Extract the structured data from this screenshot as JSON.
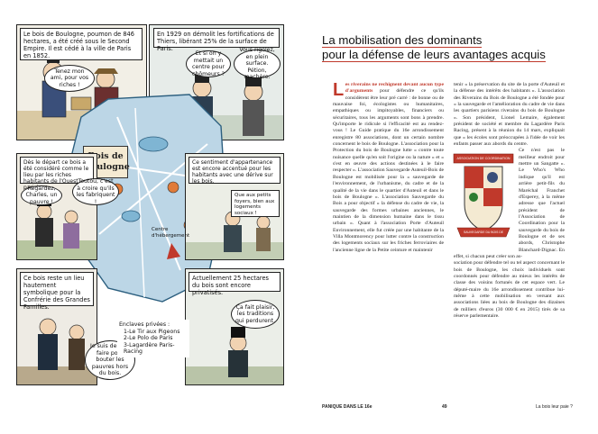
{
  "comic": {
    "caption_top_left": "Le bois de Boulogne, poumon de 846 hectares, a été créé sous le Second Empire. Il est cédé à la ville de Paris en 1852.",
    "caption_top_right": "En 1929 on démolit les fortifications de Thiers, libérant 25% de la surface de Paris.",
    "bubble_rich": "Tenez mon ami, pour vos riches !",
    "bubble_center": "Et si on y mettait un centre pour chômeurs ?",
    "bubble_nose": "Vous rigolez, en plein surface. Pétion, machère.",
    "map_title_line1": "Bois de",
    "map_title_line2": "Boulogne",
    "caption_mid_left": "Dès le départ ce bois a été considéré comme le lieu par les riches habitants de l'Ouest parisien.",
    "bubble_poor": "Regardez, Charles, un pauvre !",
    "bubble_fabric": "Toutou, c'est à croire qu'ils les fabriquent !",
    "caption_mid_right": "Ce sentiment d'appartenance est encore accentué pour les habitants avec une dérive sur les bois.",
    "map_label_right": "Que aux petits foyers, bien aux logements sociaux !",
    "map_label_center": "Centre d'hébergement",
    "caption_bottom_left": "Ce bois reste un lieu hautement symbolique pour la Confrérie des Grandes Familles.",
    "caption_bottom_right": "Actuellement 25 hectares du bois sont encore privatisés.",
    "bubble_bottom_right": "Ça fait plaisir, les traditions qui perdurent.",
    "bubble_bottom_left": "Je suis de tout faire pour bouter les pauvres hors du bois.",
    "enclaves_title": "Enclaves privées :",
    "enclaves_items": [
      "1-Le Tir aux Pigeons",
      "2-Le Polo de Paris",
      "3-Lagardère Paris-Racing"
    ]
  },
  "article": {
    "title_line1": "La mobilisation des dominants",
    "title_line2": "pour la défense de leurs avantages acquis",
    "dropcap": "L",
    "lead": "es riverains ne rechignent devant aucun type d'arguments",
    "col1": " pour défendre ce qu'ils considèrent être leur pré carré : de bonne ou de mauvaise foi, écologistes ou humanitaires, empathiques ou impitoyables, financiers ou sécuritaires, tous les arguments sont bons à prendre. Qu'importe le ridicule si l'efficacité est au rendez-vous ! Le Guide pratique du 16e arrondissement enregistre 80 associations, dont un certain nombre concernent le bois de Boulogne. L'association pour la Protection du bois de Boulogne lutte « contre toute nuisance quelle qu'en soit l'origine ou la nature » et « s'est en œuvre des actions destinées à le faire respecter ». L'association Sauvegarde Auteuil-Bois de Boulogne est mobilisée pour la « sauvegarde de l'environnement, de l'urbanisme, du cadre et de la qualité de la vie dans le quartier d'Auteuil et dans le bois de Boulogne ». L'association Sauvegarde du Bois a pour objectif « la défense du cadre de vie, la sauvegarde des formes urbaines anciennes, le maintien de la dimension humaine dans le tissu urbain ». Quant à l'association Porte d'Auteuil Environnement, elle fut créée par une habitante de la Villa Montmorency pour lutter contre la construction des logements sociaux sur les friches ferroviaires de l'ancienne ligne de la Petite ceinture et maintenir",
    "col2_top": "tenir « la préservation du site de la porte d'Auteuil et la défense des intérêts des habitants ». L'association des Riverains du Bois de Boulogne a été fondée pour « la sauvegarde et l'amélioration du cadre de vie dans les quartiers parisiens riverains du bois de Boulogne ». Son président, Lionel Lemaire, également président de société et membre du Lagardère Paris Racing, présent à la réunion du 14 mars, expliquait que « les écoles sont préoccupées à l'idée de voir les enfants passer aux abords du centre.",
    "col2_wrap": "Ce n'est pas le meilleur endroit pour mettre un Sangatte ». Le Who's Who indique qu'il est arrière petit-fils du Maréchal Franchet d'Esperey, à la même adresse que l'actuel président de l'Association de Coordination pour la sauvegarde du bois de Boulogne et de ses abords, Christophe Blanchard-Dignac. En effet, si chacun peut créer son as-",
    "col2_bottom": "sociation pour défendre tel ou tel aspect concernant le bois de Boulogne, les choix individuels sont coordonnés pour défendre au mieux les intérêts de classe des voisins fortunés de cet espace vert. Le député-maire du 16e arrondissement contribue lui-même à cette mobilisation en versant aux associations liées au bois de Boulogne des dizaines de milliers d'euros (30 000 € en 2015) tirés de sa réserve parlementaire.",
    "crest_banner": "ASSOCIATION DE COORDINATION",
    "crest_ribbon": "SAUVEGARDE DU BOIS DE BOULOGNE",
    "footer_left": "PANIQUE DANS LE 16e",
    "page_number": "49",
    "footer_right": "La bois leur paie ?"
  }
}
